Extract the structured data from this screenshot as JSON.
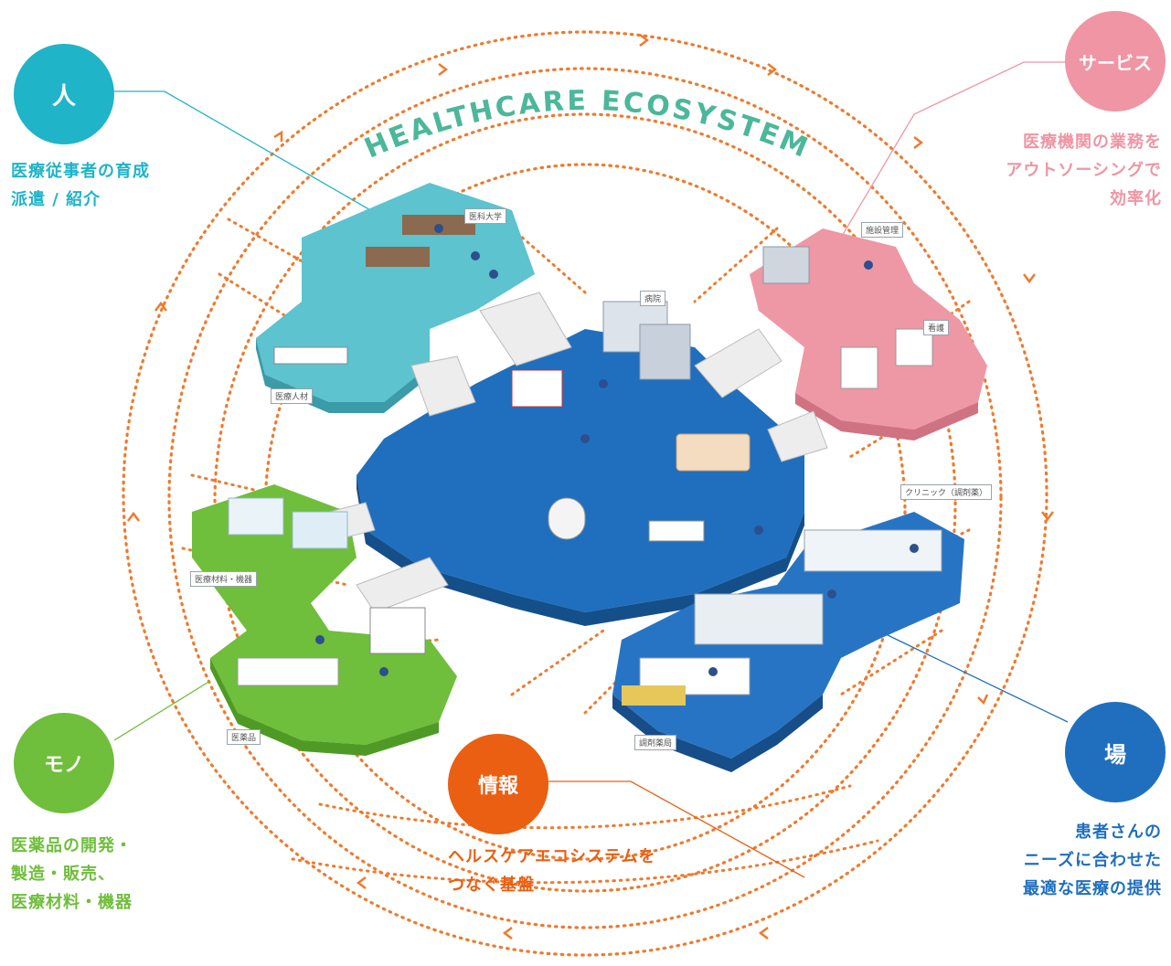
{
  "title": "HEALTHCARE ECOSYSTEM",
  "colors": {
    "people": "#1fb4c8",
    "service": "#ef95a4",
    "things": "#6fbe3c",
    "info": "#ea5f12",
    "place": "#1f6fbe",
    "ring": "#ee7a2f",
    "title": "#4cb79a"
  },
  "categories": {
    "people": {
      "label": "人",
      "lines": [
        "医療従事者の育成",
        "派遣 / 紹介"
      ]
    },
    "service": {
      "label": "サービス",
      "lines": [
        "医療機関の業務を",
        "アウトソーシングで",
        "効率化"
      ]
    },
    "things": {
      "label": "モノ",
      "lines": [
        "医薬品の開発・",
        "製造・販売、",
        "医療材料・機器"
      ]
    },
    "info": {
      "label": "情報",
      "lines": [
        "ヘルスケアエコシステムを",
        "つなぐ基盤"
      ]
    },
    "place": {
      "label": "場",
      "lines": [
        "患者さんの",
        "ニーズに合わせた",
        "最適な医療の提供"
      ]
    }
  },
  "buildings": {
    "university": "医科大学",
    "staffing": "医療人材",
    "hospital": "病院",
    "nursing": "看護",
    "clinic": "クリニック（調剤薬）",
    "pharmacy": "調剤薬局",
    "materials": "医療材料・機器",
    "pharma": "医薬品",
    "facility_mgmt": "施設管理"
  }
}
